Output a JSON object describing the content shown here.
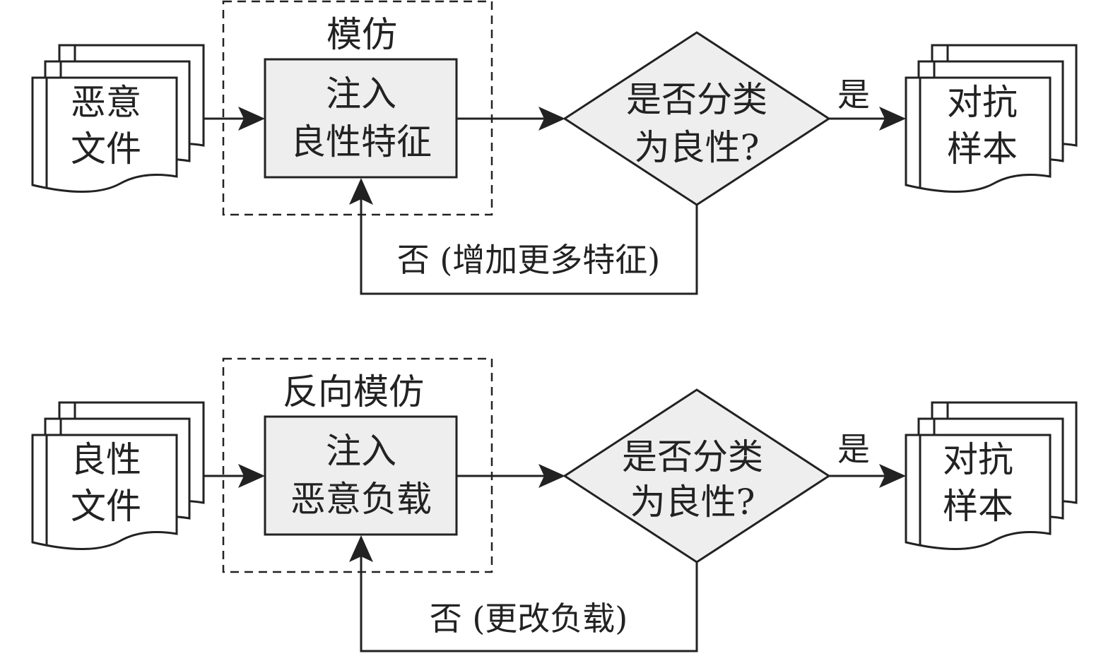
{
  "flows": [
    {
      "input_doc": {
        "line1": "恶意",
        "line2": "文件"
      },
      "group_label": "模仿",
      "process": {
        "line1": "注入",
        "line2": "良性特征"
      },
      "decision": {
        "line1": "是否分类",
        "line2": "为良性?"
      },
      "yes_label": "是",
      "output_doc": {
        "line1": "对抗",
        "line2": "样本"
      },
      "no_label": "否 (增加更多特征)"
    },
    {
      "input_doc": {
        "line1": "良性",
        "line2": "文件"
      },
      "group_label": "反向模仿",
      "process": {
        "line1": "注入",
        "line2": "恶意负载"
      },
      "decision": {
        "line1": "是否分类",
        "line2": "为良性?"
      },
      "yes_label": "是",
      "output_doc": {
        "line1": "对抗",
        "line2": "样本"
      },
      "no_label": "否 (更改负载)"
    }
  ]
}
